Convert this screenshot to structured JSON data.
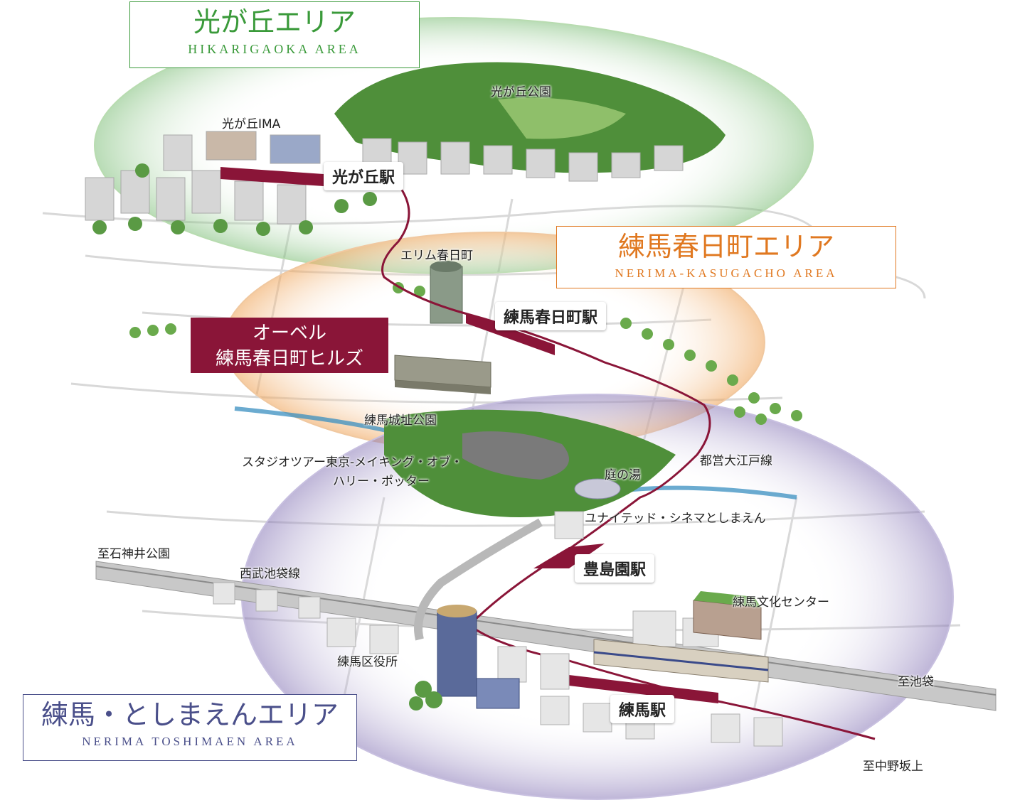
{
  "areas": {
    "hikarigaoka": {
      "jp": "光が丘エリア",
      "en": "HIKARIGAOKA AREA",
      "color": "#3a9a3a"
    },
    "kasugacho": {
      "jp": "練馬春日町エリア",
      "en": "NERIMA-KASUGACHO AREA",
      "color": "#e07820"
    },
    "toshimaen": {
      "jp": "練馬・としまえんエリア",
      "en": "NERIMA TOSHIMAEN AREA",
      "color": "#4a4f8a"
    }
  },
  "property": {
    "line1": "オーベル",
    "line2": "練馬春日町ヒルズ",
    "color": "#8a1538"
  },
  "stations": {
    "hikarigaoka": "光が丘駅",
    "kasugacho": "練馬春日町駅",
    "toshimaen": "豊島園駅",
    "nerima": "練馬駅"
  },
  "landmarks": {
    "hikarigaoka_park": "光が丘公園",
    "hikarigaoka_ima": "光が丘IMA",
    "elim": "エリム春日町",
    "nerima_castle_park": "練馬城址公園",
    "studio_tour_1": "スタジオツアー東京-メイキング・オブ・",
    "studio_tour_2": "ハリー・ポッター",
    "niwanoyu": "庭の湯",
    "oedo_line": "都営大江戸線",
    "united_cinema": "ユナイテッド・シネマとしまえん",
    "seibu_line": "西武池袋線",
    "to_shakujii": "至石神井公園",
    "culture_center": "練馬文化センター",
    "ward_office": "練馬区役所",
    "to_ikebukuro": "至池袋",
    "to_nakano": "至中野坂上"
  },
  "colors": {
    "rail_accent": "#8a1538",
    "park_green": "#4f8f3a",
    "river_blue": "#3a8fc0"
  }
}
